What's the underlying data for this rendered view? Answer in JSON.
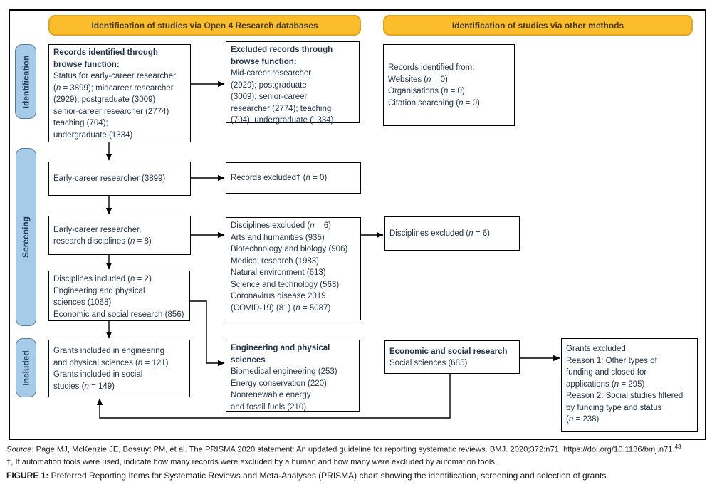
{
  "headers": {
    "databases": "Identification of studies via Open 4 Research databases",
    "other_methods": "Identification of studies via other methods"
  },
  "stage_labels": {
    "identification": "Identification",
    "screening": "Screening",
    "included": "Included"
  },
  "boxes": {
    "records_identified": {
      "lines": [
        "Records identified through",
        "browse function:",
        "Status for early-career researcher",
        "(n = 3899); midcareer researcher",
        "(2929); postgraduate (3009)",
        "senior-career researcher (2774)",
        "teaching (704);",
        "undergraduate (1334)"
      ]
    },
    "excluded_records": {
      "lines": [
        "Excluded records through",
        "browse function:",
        "Mid-career researcher",
        "(2929); postgraduate",
        "(3009); senior-career",
        "researcher (2774); teaching",
        "(704); undergraduate (1334)"
      ]
    },
    "records_other_methods": {
      "lines": [
        "Records identified from:",
        "Websites (n = 0)",
        "Organisations (n = 0)",
        "Citation searching (n = 0)"
      ]
    },
    "early_career": {
      "lines": [
        "Early-career researcher (3899)"
      ]
    },
    "records_excluded": {
      "lines": [
        "Records excluded† (n = 0)"
      ]
    },
    "early_career_disciplines": {
      "lines": [
        "Early-career researcher,",
        "research disciplines (n = 8)"
      ]
    },
    "disciplines_excluded_list": {
      "lines": [
        "Disciplines excluded (n = 6)",
        "Arts and humanities (935)",
        "Biotechnology and biology (906)",
        "Medical research (1983)",
        "Natural environment (613)",
        "Science and technology (563)",
        "Coronavirus disease 2019",
        "(COVID-19) (81) (n = 5087)"
      ]
    },
    "disciplines_excluded": {
      "lines": [
        "Disciplines excluded (n = 6)"
      ]
    },
    "disciplines_included": {
      "lines": [
        "Disciplines included (n = 2)",
        "Engineering and physical",
        "sciences (1068)",
        "Economic and social research (856)"
      ]
    },
    "grants_included": {
      "lines": [
        "Grants included in engineering",
        "and physical sciences (n = 121)",
        "Grants included in social",
        "studies (n = 149)"
      ]
    },
    "engineering_physical": {
      "lines": [
        "Engineering and physical",
        "sciences",
        "Biomedical engineering (253)",
        "Energy conservation (220)",
        "Nonrenewable energy",
        "and fossil fuels (210)"
      ]
    },
    "economic_social": {
      "lines": [
        "Economic and social research",
        "Social sciences (685)"
      ]
    },
    "grants_excluded": {
      "lines": [
        "Grants excluded:",
        "Reason 1: Other types of",
        "funding and closed for",
        "applications (n = 295)",
        "Reason 2: Social studies filtered",
        "by funding type and status",
        "(n = 238)"
      ]
    }
  },
  "footer": {
    "source_label": "Source",
    "source_text": ": Page MJ, McKenzie JE, Bossuyt PM, et al. The PRISMA 2020 statement: An updated guideline for reporting systematic reviews. BMJ. 2020;372:n71. https://doi.org/10.1136/bmj.n71.",
    "source_sup": "43",
    "automation_note": "†, If automation tools were used, indicate how many records were excluded by a human and how many were excluded by automation tools.",
    "figure_label": "FIGURE 1:",
    "figure_caption": " Preferred Reporting Items for Systematic Reviews and Meta-Analyses (PRISMA) chart showing the identification, screening and selection of grants."
  },
  "colors": {
    "banner_fill": "#FBBD2B",
    "banner_border": "#E3A51F",
    "stage_fill": "#A6CBE9",
    "stage_border": "#5A7E9E",
    "box_text": "#223348"
  }
}
